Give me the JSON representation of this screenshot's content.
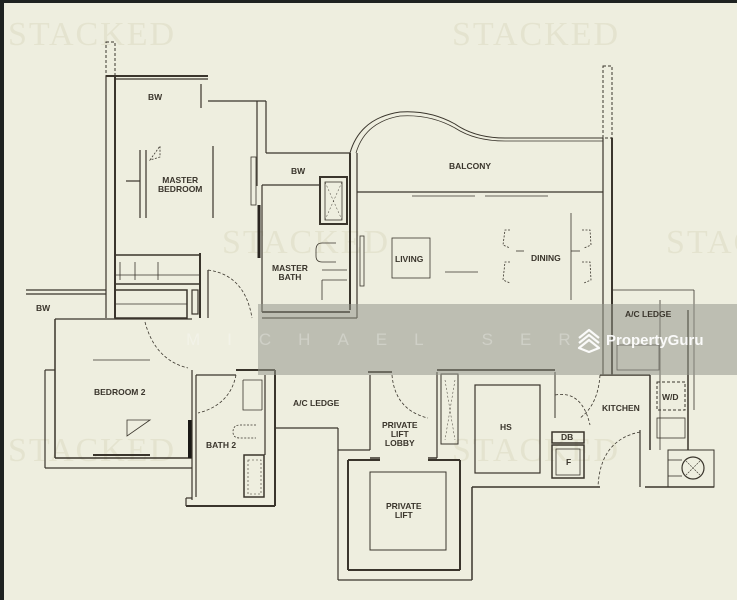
{
  "floor_plan": {
    "rooms": {
      "bw_top": "BW",
      "master_bedroom": "MASTER\nBEDROOM",
      "bw_mid": "BW",
      "balcony": "BALCONY",
      "master_bath": "MASTER\nBATH",
      "living": "LIVING",
      "dining": "DINING",
      "bw_left": "BW",
      "ac_ledge_right": "A/C LEDGE",
      "bedroom_2": "BEDROOM 2",
      "bath_2": "BATH 2",
      "ac_ledge_mid": "A/C LEDGE",
      "private_lift_lobby": "PRIVATE\nLIFT\nLOBBY",
      "hs": "HS",
      "kitchen": "KITCHEN",
      "wd": "W/D",
      "db": "DB",
      "f": "F",
      "private_lift": "PRIVATE\nLIFT"
    }
  },
  "watermarks": {
    "stacked": "STACKED",
    "photographer": "MICHAEL SER",
    "brand": "PropertyGuru"
  },
  "colors": {
    "background": "#eeeedf",
    "wall": "#3a352c",
    "frame": "#1e2220",
    "watermark_band": "#9a9b8e"
  }
}
